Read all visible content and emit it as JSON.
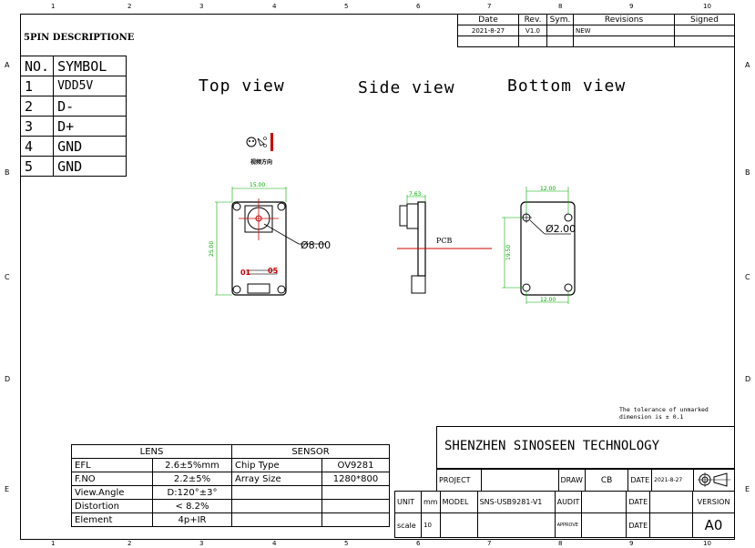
{
  "ruler": {
    "columns": [
      "1",
      "2",
      "3",
      "4",
      "5",
      "6",
      "7",
      "8",
      "9",
      "10"
    ],
    "rows": [
      "A",
      "B",
      "C",
      "D",
      "E"
    ]
  },
  "revisions": {
    "headers": [
      "Date",
      "Rev.",
      "Sym.",
      "Revisions",
      "Signed"
    ],
    "row": [
      "2021-8-27",
      "V1.0",
      "",
      "NEW",
      ""
    ]
  },
  "pin_description": {
    "title": "5PIN DESCRIPTIONE",
    "headers": [
      "NO.",
      "SYMBOL"
    ],
    "rows": [
      [
        "1",
        "VDD5V"
      ],
      [
        "2",
        "D-"
      ],
      [
        "3",
        "D+"
      ],
      [
        "4",
        "GND"
      ],
      [
        "5",
        "GND"
      ]
    ]
  },
  "views": {
    "top": "Top view",
    "side": "Side view",
    "bottom": "Bottom view"
  },
  "drawing": {
    "direction_label": "视频方向",
    "top_width": "15.00",
    "top_height": "25.00",
    "top_diameter": "Ø8.00",
    "pin_start": "01",
    "pin_end": "05",
    "side_width": "7.63",
    "pcb_label": "PCB",
    "bottom_width_top": "12.00",
    "bottom_width_bottom": "12.00",
    "bottom_height": "19.50",
    "bottom_diameter": "Ø2.00"
  },
  "tolerance_note": [
    "The tolerance of unmarked",
    "dimension is ± 0.1"
  ],
  "specs": {
    "lens_header": "LENS",
    "sensor_header": "SENSOR",
    "rows": [
      [
        "EFL",
        "2.6±5%mm",
        "Chip Type",
        "OV9281"
      ],
      [
        "F.NO",
        "2.2±5%",
        "Array Size",
        "1280*800"
      ],
      [
        "View.Angle",
        "D:120°±3°",
        "",
        ""
      ],
      [
        "Distortion",
        "< 8.2%",
        "",
        ""
      ],
      [
        "Element",
        "4p+IR",
        "",
        ""
      ]
    ]
  },
  "title_block": {
    "company": "SHENZHEN SINOSEEN TECHNOLOGY",
    "project_label": "PROJECT",
    "draw_label": "DRAW",
    "draw_value": "CB",
    "date_label": "DATE",
    "date_value": "2021-8-27",
    "unit_label": "UNIT",
    "unit_value": "mm",
    "model_label": "MODEL",
    "model_value": "SNS-USB9281-V1",
    "audit_label": "AUDIT",
    "version_label": "VERSION",
    "scale_label": "scale",
    "scale_value": "10",
    "approve_label": "APPROVE",
    "version_value": "A0"
  }
}
